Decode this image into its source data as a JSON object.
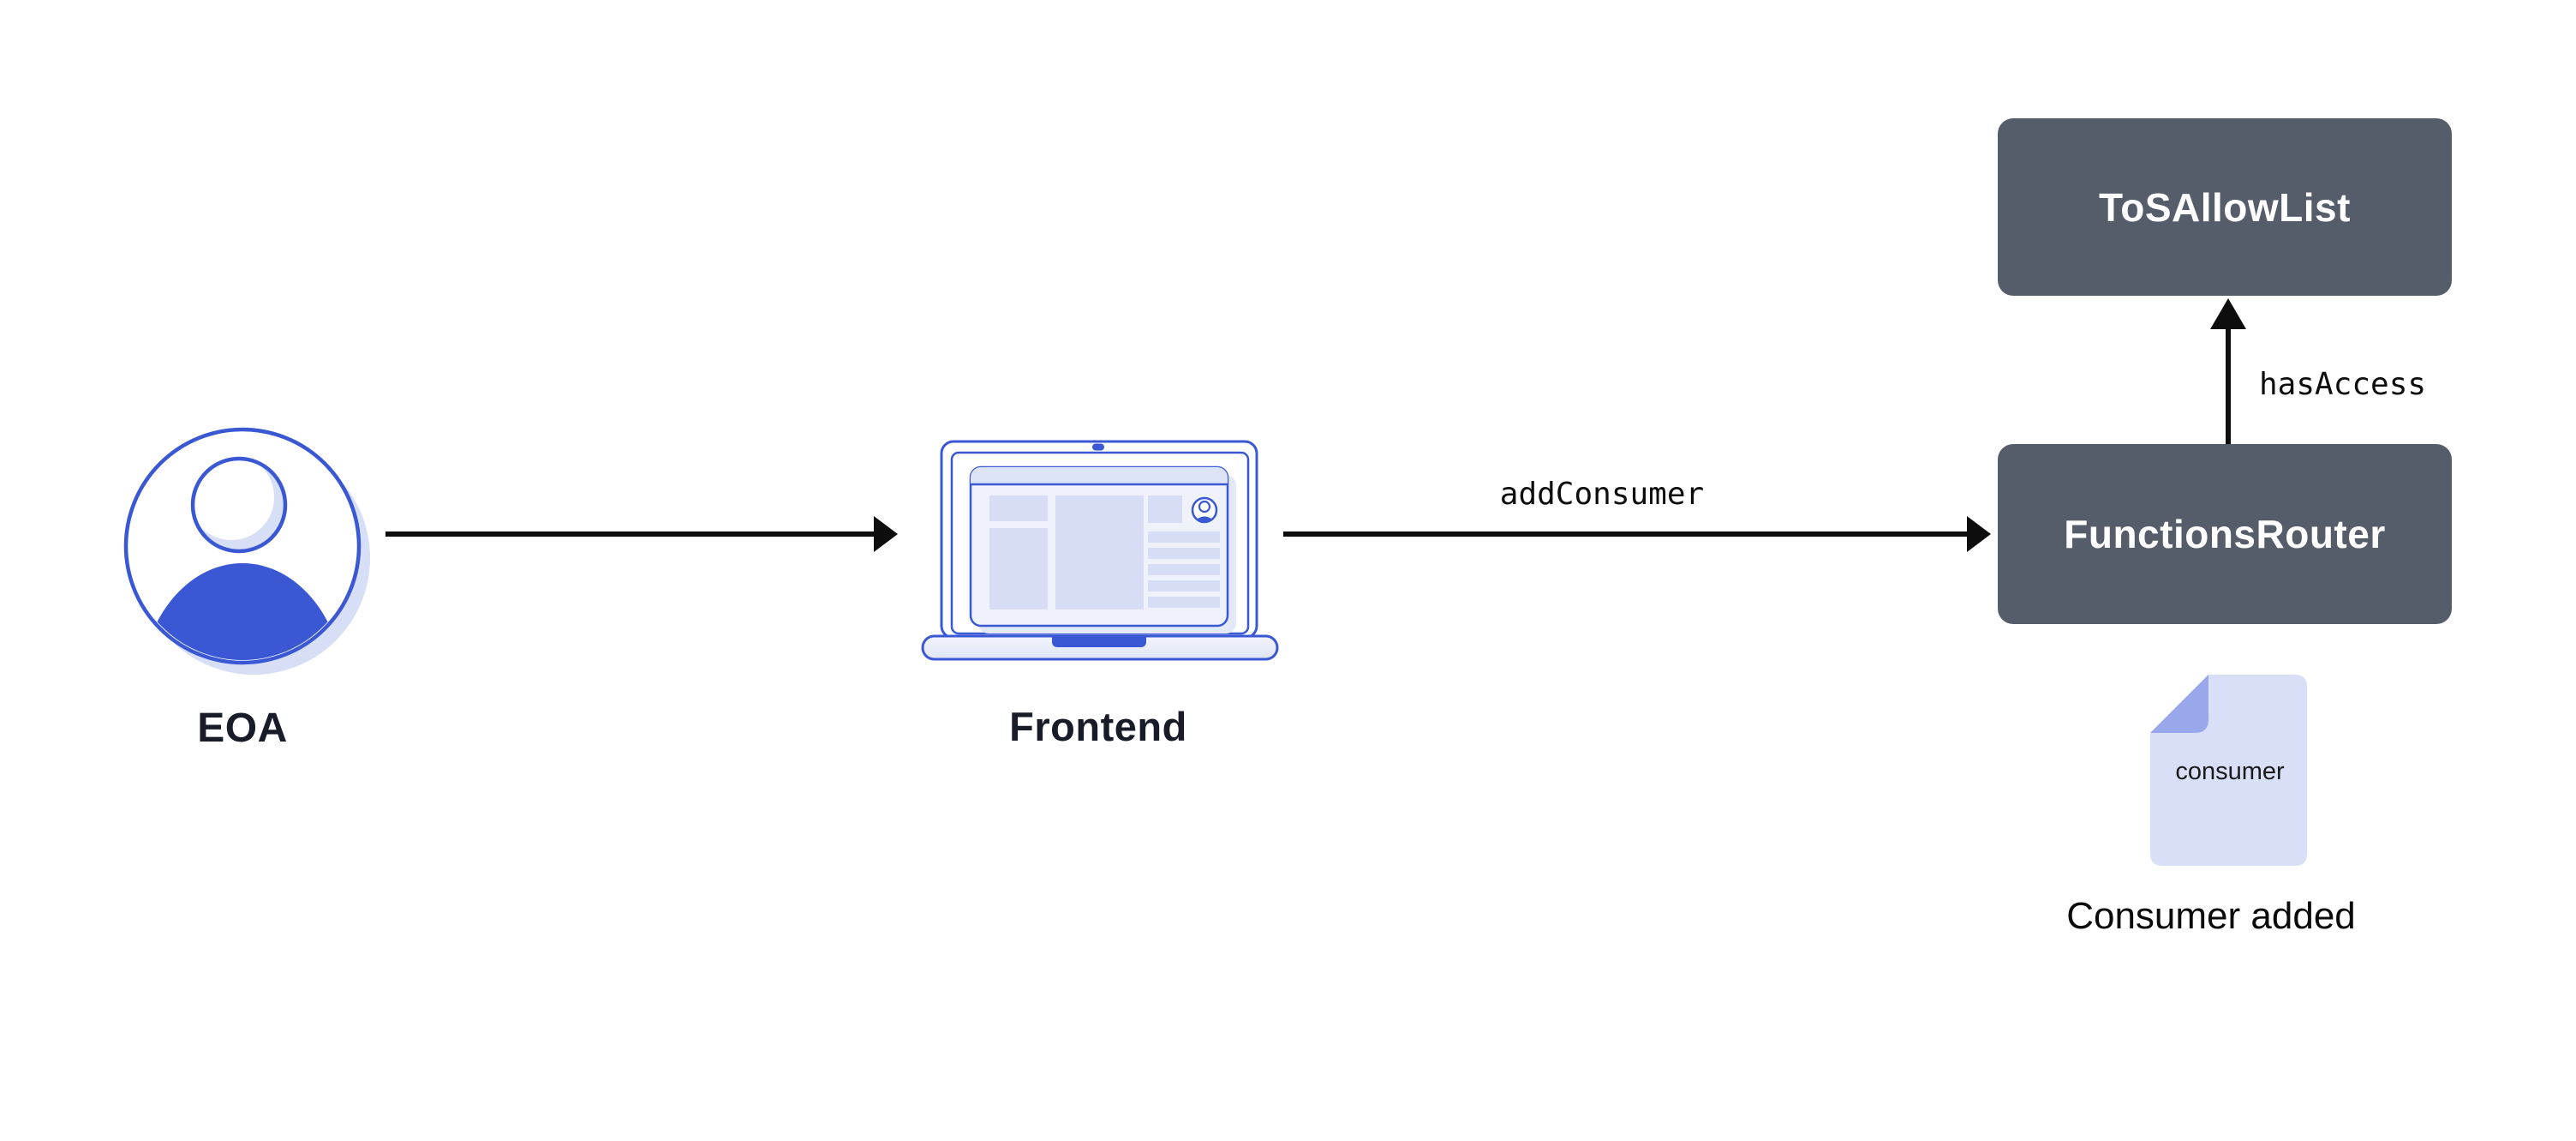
{
  "diagram": {
    "nodes": {
      "eoa": {
        "label": "EOA",
        "icon": "user-avatar-icon"
      },
      "frontend": {
        "label": "Frontend",
        "icon": "laptop-icon"
      },
      "tos_allow_list": {
        "label": "ToSAllowList",
        "shape": "contract-box"
      },
      "functions_router": {
        "label": "FunctionsRouter",
        "shape": "contract-box"
      },
      "consumer_doc": {
        "file_label": "consumer",
        "caption": "Consumer added",
        "icon": "document-icon"
      }
    },
    "edges": {
      "eoa_to_frontend": {
        "from": "EOA",
        "to": "Frontend",
        "label": ""
      },
      "frontend_to_router": {
        "from": "Frontend",
        "to": "FunctionsRouter",
        "label": "addConsumer"
      },
      "router_to_tos": {
        "from": "FunctionsRouter",
        "to": "ToSAllowList",
        "label": "hasAccess"
      }
    },
    "colors": {
      "accent_blue": "#3A58D3",
      "light_blue_fill": "#D8DFF6",
      "panel_fill": "#EFF2FB",
      "fold_blue": "#98A8EB",
      "box_slate": "#565D6A",
      "box_text": "#FFFFFF",
      "label_navy": "#171C28",
      "arrow_black": "#0D0D0D",
      "background": "#FFFFFF"
    }
  }
}
